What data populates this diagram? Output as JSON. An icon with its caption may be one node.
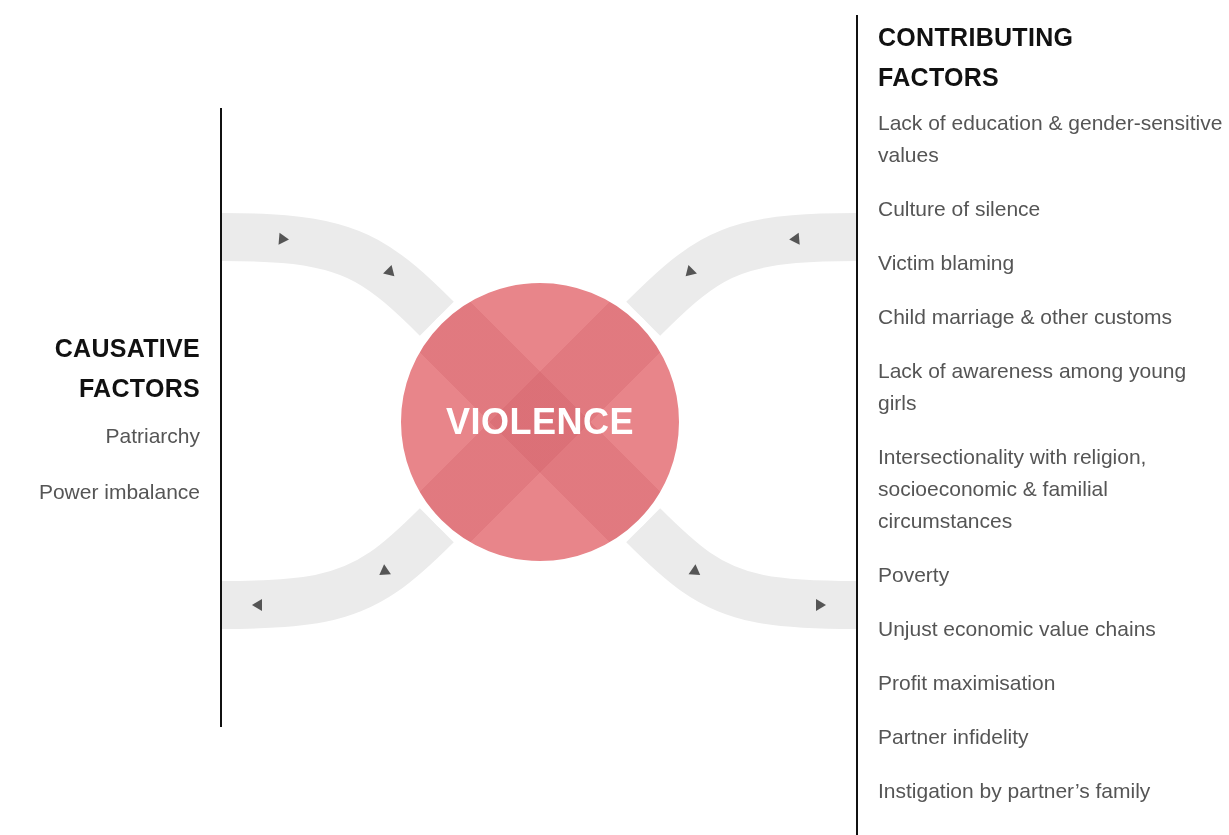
{
  "diagram": {
    "nodes": [
      {
        "text": [
          "CAUSATIVE FACTORS",
          "Patriarchy",
          "Power imbalance"
        ]
      },
      {
        "text": [
          "VIOLENCE"
        ]
      },
      {
        "text": [
          "CONTRIBUTING FACTORS",
          "Lack of education & gender-sensitive values",
          "Culture of silence",
          "Victim blaming",
          "Child marriage & other customs",
          "Lack of awareness among young girls",
          "Intersectionality with religion, socioeconomic & familial circumstances",
          "Poverty",
          "Unjust economic value chains",
          "Profit maximisation",
          "Partner infidelity",
          "Instigation by partner’s family"
        ]
      }
    ],
    "edges": [
      {
        "from": 0,
        "to": 1,
        "arrow": "to"
      },
      {
        "from": 1,
        "to": 0,
        "arrow": "to"
      },
      {
        "from": 2,
        "to": 1,
        "arrow": "to"
      },
      {
        "from": 1,
        "to": 2,
        "arrow": "to"
      }
    ]
  }
}
